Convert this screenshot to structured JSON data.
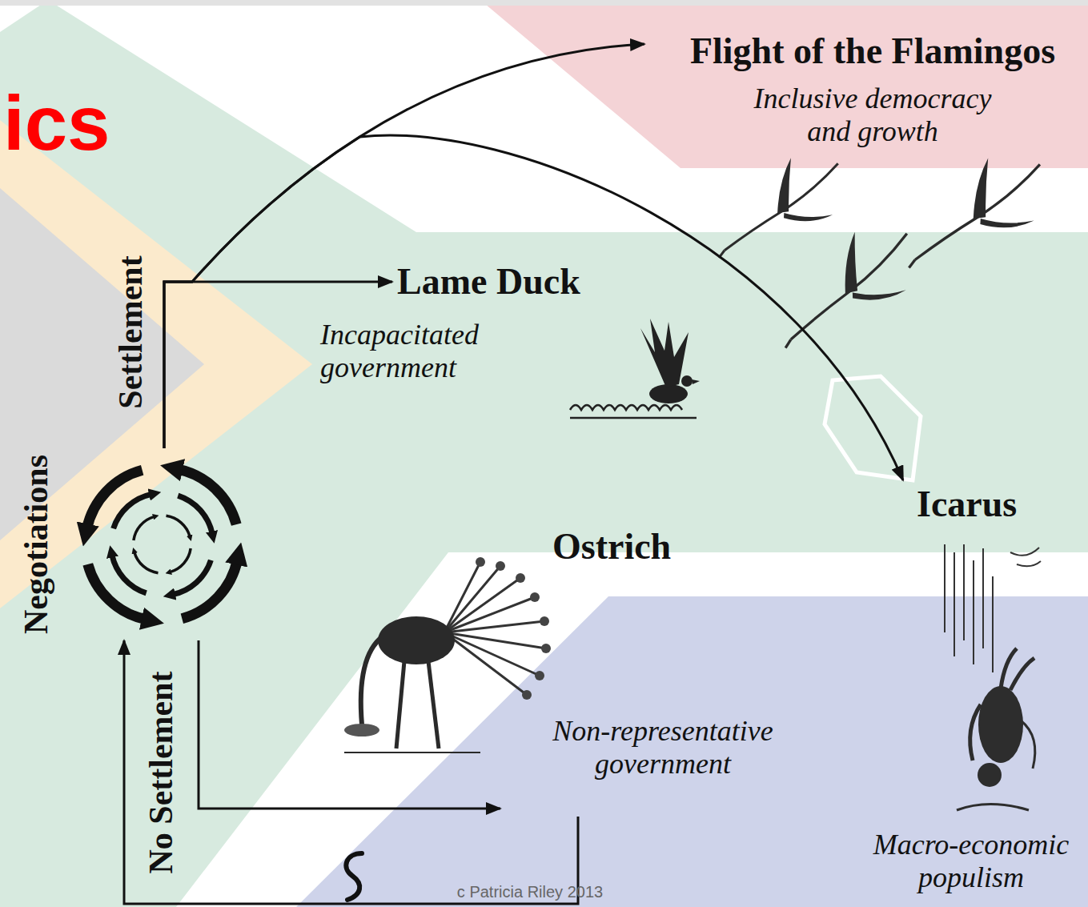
{
  "diagram": {
    "title": "ics",
    "nodes": [
      {
        "text": [
          "Flight of the Flamingos",
          "Inclusive democracy and growth"
        ]
      },
      {
        "text": [
          "Lame Duck",
          "Incapacitated government"
        ]
      },
      {
        "text": [
          "Negotiations"
        ]
      },
      {
        "text": [
          "Icarus",
          "Macro-economic populism"
        ]
      },
      {
        "text": [
          "Ostrich",
          "Non-representative government"
        ]
      }
    ],
    "edges": [
      {
        "from": 2,
        "to": 1,
        "label": "Settlement",
        "arrow": "to"
      },
      {
        "from": 2,
        "to": 0,
        "arrow": "to"
      },
      {
        "from": 2,
        "to": 3,
        "arrow": "to"
      },
      {
        "from": 2,
        "to": 4,
        "label": "No Settlement",
        "arrow": "to"
      },
      {
        "from": 4,
        "to": 2,
        "arrow": "to"
      }
    ],
    "labels": [
      "c Patricia Riley 2013"
    ]
  }
}
